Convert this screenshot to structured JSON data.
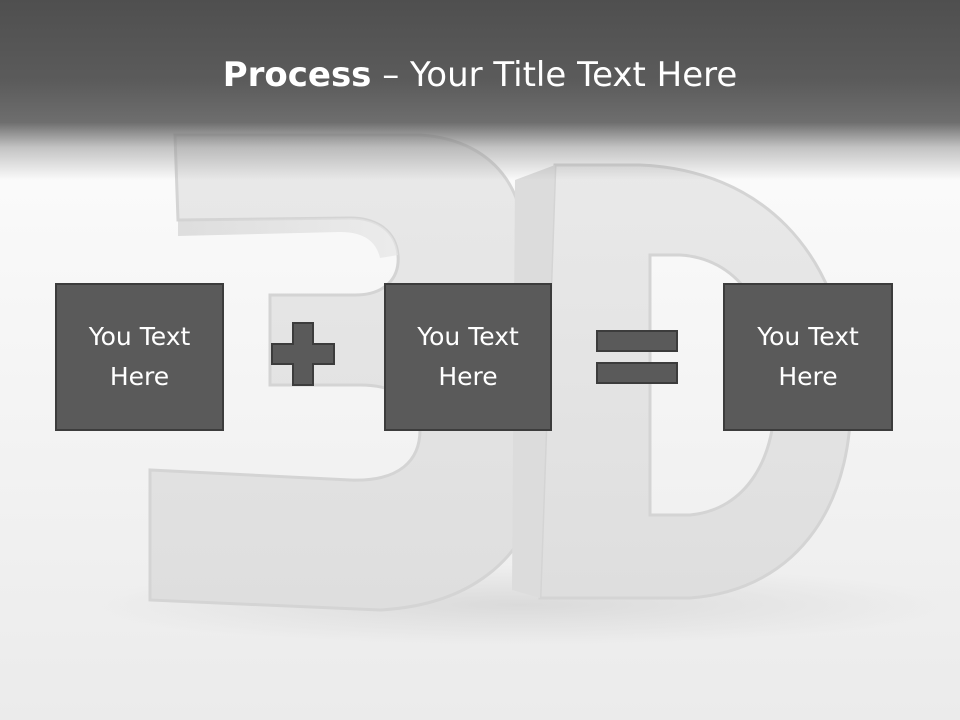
{
  "slide": {
    "title_bold": "Process",
    "title_rest": " – Your Title Text Here",
    "watermark_text": "3D"
  },
  "boxes": [
    {
      "label": "You Text\nHere"
    },
    {
      "label": "You Text\nHere"
    },
    {
      "label": "You Text\nHere"
    }
  ],
  "operators": {
    "first": "plus",
    "second": "equals"
  },
  "colors": {
    "title_bar": "#4f4f4f",
    "box_fill": "#5a5a5a",
    "box_border": "#3c3c3c",
    "operator_fill": "#5a5a5a",
    "watermark": "#e4e4e4"
  }
}
